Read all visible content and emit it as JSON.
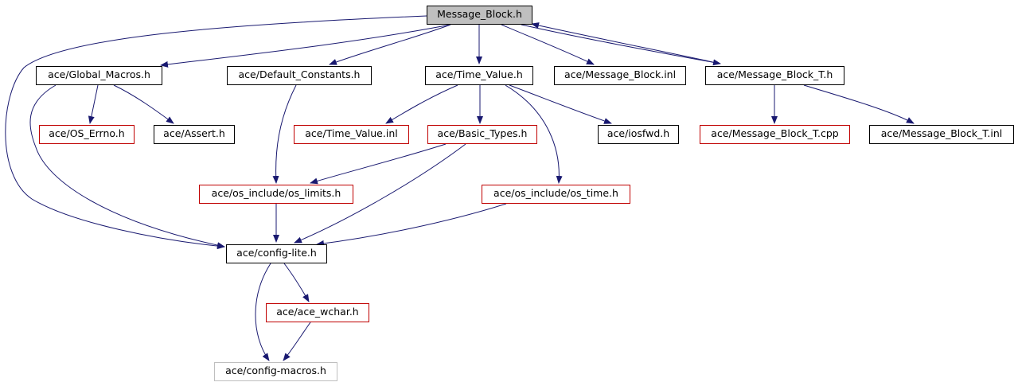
{
  "graph": {
    "nodes": {
      "message_block_h": {
        "label": "Message_Block.h",
        "style": "root"
      },
      "global_macros": {
        "label": "ace/Global_Macros.h",
        "style": "black"
      },
      "default_constants": {
        "label": "ace/Default_Constants.h",
        "style": "black"
      },
      "time_value_h": {
        "label": "ace/Time_Value.h",
        "style": "black"
      },
      "message_block_inl": {
        "label": "ace/Message_Block.inl",
        "style": "black"
      },
      "message_block_t_h": {
        "label": "ace/Message_Block_T.h",
        "style": "black"
      },
      "os_errno": {
        "label": "ace/OS_Errno.h",
        "style": "red"
      },
      "assert_h": {
        "label": "ace/Assert.h",
        "style": "black"
      },
      "time_value_inl": {
        "label": "ace/Time_Value.inl",
        "style": "red"
      },
      "basic_types": {
        "label": "ace/Basic_Types.h",
        "style": "red"
      },
      "iosfwd": {
        "label": "ace/iosfwd.h",
        "style": "black"
      },
      "message_block_t_cpp": {
        "label": "ace/Message_Block_T.cpp",
        "style": "red"
      },
      "message_block_t_inl": {
        "label": "ace/Message_Block_T.inl",
        "style": "black"
      },
      "os_limits": {
        "label": "ace/os_include/os_limits.h",
        "style": "red"
      },
      "os_time": {
        "label": "ace/os_include/os_time.h",
        "style": "red"
      },
      "config_lite": {
        "label": "ace/config-lite.h",
        "style": "black"
      },
      "ace_wchar": {
        "label": "ace/ace_wchar.h",
        "style": "red"
      },
      "config_macros": {
        "label": "ace/config-macros.h",
        "style": "gray"
      }
    },
    "colors": {
      "edge": "#191970",
      "red_border": "#c00000",
      "gray_border": "#bfbfbf",
      "root_fill": "#bfbfbf"
    }
  }
}
